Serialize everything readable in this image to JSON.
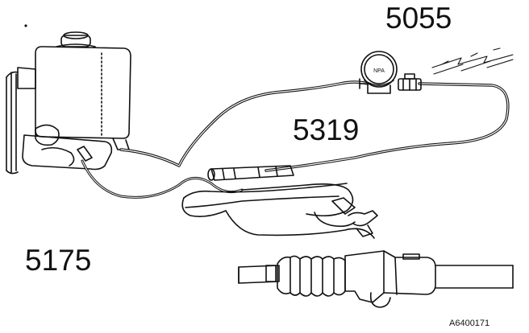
{
  "callouts": {
    "tool_5055": "5055",
    "tool_5319": "5319",
    "tool_5175": "5175"
  },
  "reference_code": "A6400171",
  "gauge": {
    "dial_text": "NPA"
  },
  "colors": {
    "ink": "#111111",
    "background": "#ffffff"
  }
}
